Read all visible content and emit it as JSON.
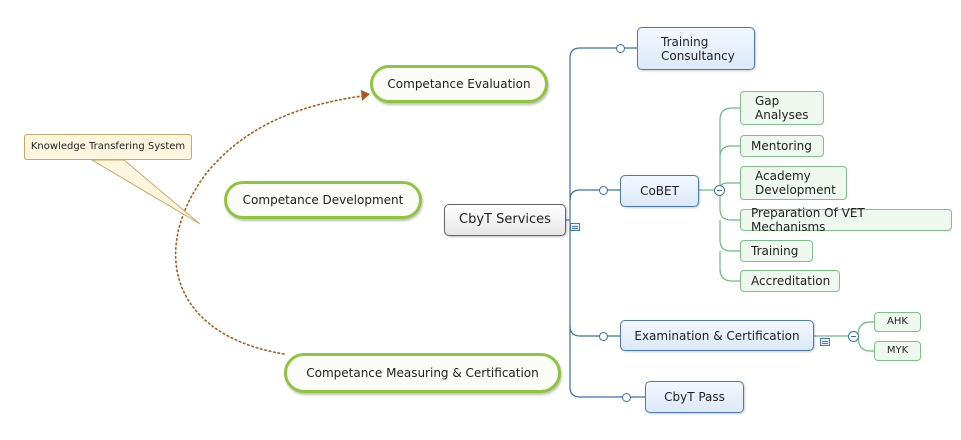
{
  "central": "CbyT Services",
  "branches": {
    "training_consultancy": "Training\nConsultancy",
    "cobet": "CoBET",
    "exam_cert": "Examination & Certification",
    "cbyt_pass": "CbyT Pass"
  },
  "cobet_children": [
    "Gap\nAnalyses",
    "Mentoring",
    "Academy\nDevelopment",
    "Preparation Of VET Mechanisms",
    "Training",
    "Accreditation"
  ],
  "exam_children": [
    "AHK",
    "MYK"
  ],
  "floating": {
    "evaluation": "Competance Evaluation",
    "development": "Competance Development",
    "measuring": "Competance Measuring & Certification"
  },
  "callout": "Knowledge Transfering System",
  "colors": {
    "branch_line": "#3b6fb0",
    "sub_line": "#6dbb7d",
    "relationship": "#b0581a",
    "floating_border": "#8fc53c"
  }
}
